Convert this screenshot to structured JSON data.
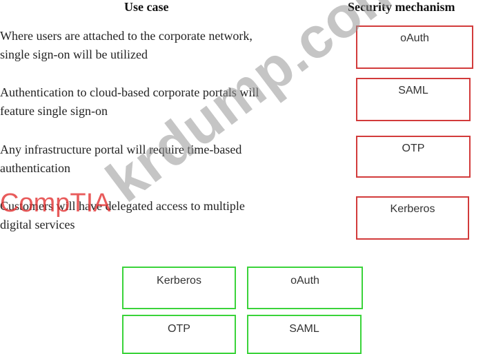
{
  "headers": {
    "use_case": "Use case",
    "security_mechanism": "Security mechanism"
  },
  "use_cases": [
    {
      "line1": "Where users are attached to the corporate network,",
      "line2": "single sign-on will be utilized"
    },
    {
      "line1": "Authentication to cloud-based corporate portals will",
      "line2": "feature single sign-on"
    },
    {
      "line1": "Any infrastructure portal will require time-based",
      "line2": "authentication"
    },
    {
      "line1": "Customers will have delegated access to multiple",
      "line2": "digital services"
    }
  ],
  "targets": [
    "oAuth",
    "SAML",
    "OTP",
    "Kerberos"
  ],
  "options": [
    "Kerberos",
    "oAuth",
    "OTP",
    "SAML"
  ],
  "watermarks": {
    "site": "krdump.com",
    "brand": "CompTIA"
  },
  "colors": {
    "target_border": "#d23a3a",
    "option_border": "#39d339"
  }
}
